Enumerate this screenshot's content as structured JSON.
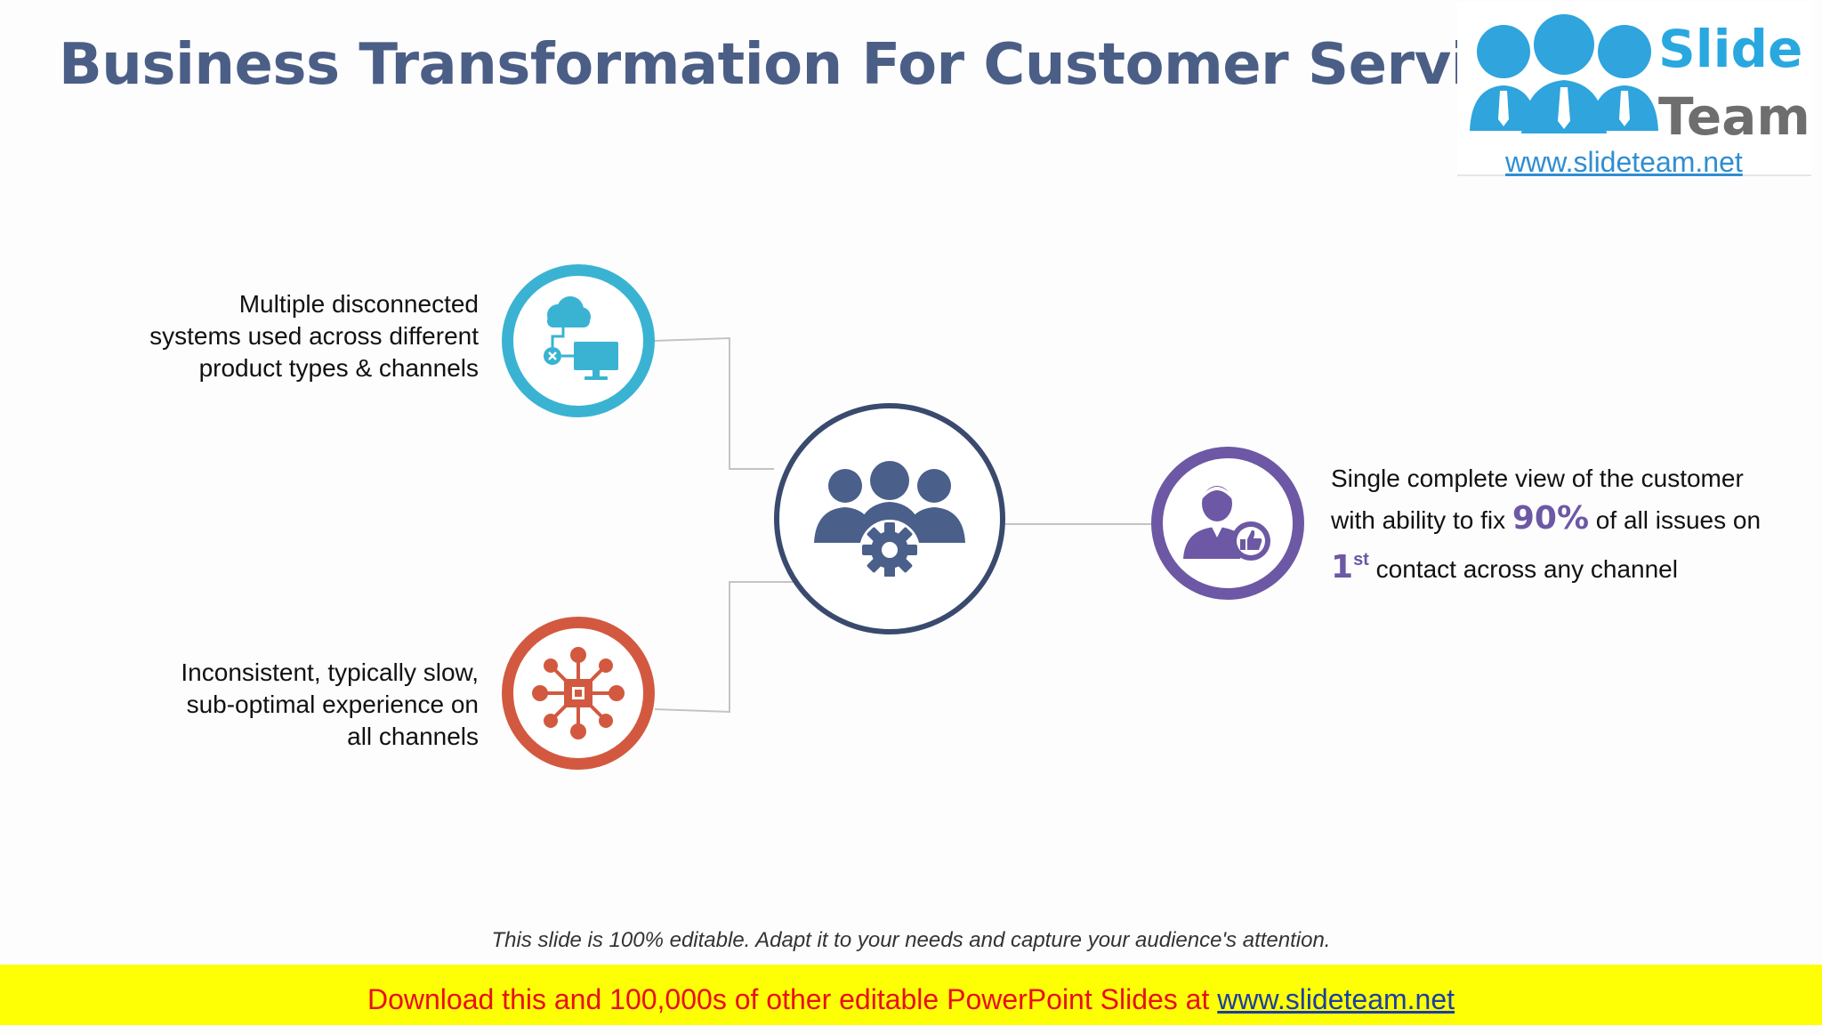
{
  "title": "Business Transformation For Customer Service",
  "logo": {
    "word1": "Slide",
    "word2": "Team",
    "url": "www.slideteam.net"
  },
  "items": {
    "systems": {
      "lines": [
        "Multiple disconnected",
        "systems used across different",
        "product types & channels"
      ],
      "icon": "cloud-network-icon",
      "color": "#3ab3d3"
    },
    "experience": {
      "lines": [
        "Inconsistent, typically slow,",
        "sub-optimal experience on",
        "all channels"
      ],
      "icon": "hub-network-icon",
      "color": "#d2593f"
    },
    "center": {
      "icon": "team-gear-icon",
      "color": "#3a4a6e"
    },
    "customer": {
      "line1": "Single complete view of the customer",
      "line2_pre": "with ability to fix ",
      "line2_accent": "90%",
      "line2_post": " of all issues on",
      "line3_num": "1",
      "line3_sup": "st",
      "line3_post": " contact across any channel",
      "icon": "customer-thumbs-up-icon",
      "color": "#6c58a4"
    }
  },
  "footer_note": "This slide is 100% editable. Adapt it to your needs and capture your audience's attention.",
  "banner": {
    "text": "Download this and 100,000s of other editable PowerPoint Slides at ",
    "link": "www.slideteam.net"
  }
}
